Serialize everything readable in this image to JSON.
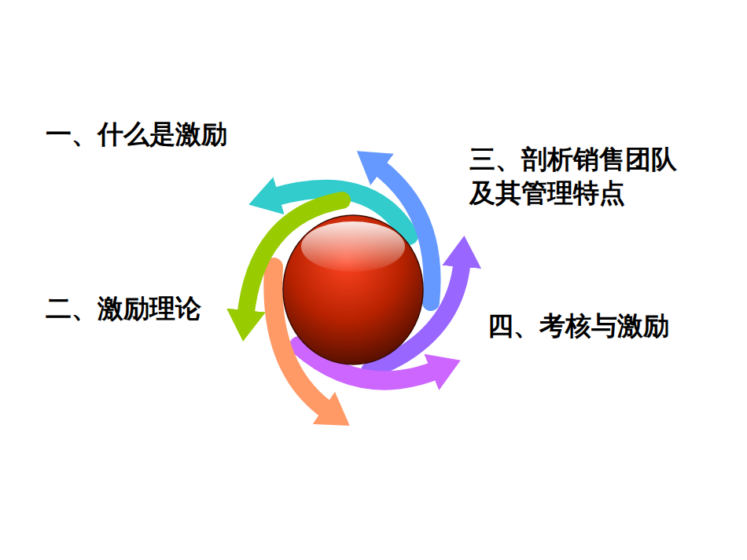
{
  "diagram": {
    "labels": [
      "一、什么是激励",
      "三、剖析销售团队 及其管理特点",
      "二、激励理论",
      "四、考核与激励"
    ]
  }
}
